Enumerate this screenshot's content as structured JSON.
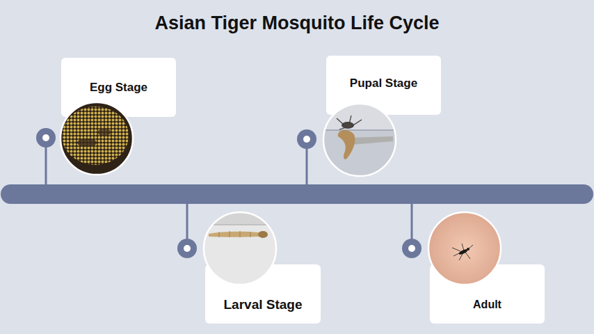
{
  "diagram": {
    "title": "Asian Tiger Mosquito Life Cycle",
    "nodes": [
      {
        "text": [
          "Egg Stage"
        ]
      },
      {
        "text": [
          "Larval Stage"
        ]
      },
      {
        "text": [
          "Pupal Stage"
        ]
      },
      {
        "text": [
          "Adult"
        ]
      }
    ]
  }
}
